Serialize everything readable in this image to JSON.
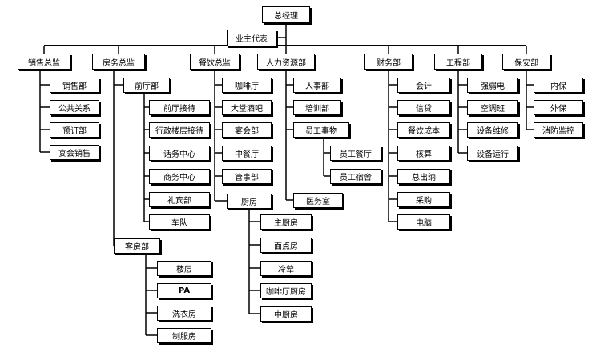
{
  "org": {
    "gm": "总经理",
    "owner_rep": "业主代表",
    "sales": {
      "head": "销售总监",
      "items": [
        "销售部",
        "公共关系",
        "预订部",
        "宴会销售"
      ]
    },
    "rooms": {
      "head": "房务总监",
      "front": {
        "head": "前厅部",
        "items": [
          "前厅接待",
          "行政楼层接待",
          "话务中心",
          "商务中心",
          "礼宾部",
          "车队"
        ]
      },
      "housekeeping": {
        "head": "客房部",
        "items": [
          "楼层",
          "PA",
          "洗衣房",
          "制服房"
        ]
      }
    },
    "fb": {
      "head": "餐饮总监",
      "items": [
        "咖啡厅",
        "大堂酒吧",
        "宴会部",
        "中餐厅",
        "管事部"
      ],
      "kitchen": {
        "head": "厨房",
        "items": [
          "主厨房",
          "面点房",
          "冷荤",
          "咖啡厅厨房",
          "中厨房"
        ]
      }
    },
    "hr": {
      "head": "人力资源部",
      "items": [
        "人事部",
        "培训部"
      ],
      "affairs": {
        "head": "员工事物",
        "items": [
          "员工餐厅",
          "员工宿舍"
        ]
      },
      "clinic": "医务室"
    },
    "finance": {
      "head": "财务部",
      "items": [
        "会计",
        "信贷",
        "餐饮成本",
        "核算",
        "总出纳",
        "采购",
        "电脑"
      ]
    },
    "engineering": {
      "head": "工程部",
      "items": [
        "强弱电",
        "空调班",
        "设备维修",
        "设备运行"
      ]
    },
    "security": {
      "head": "保安部",
      "items": [
        "内保",
        "外保",
        "消防监控"
      ]
    }
  }
}
